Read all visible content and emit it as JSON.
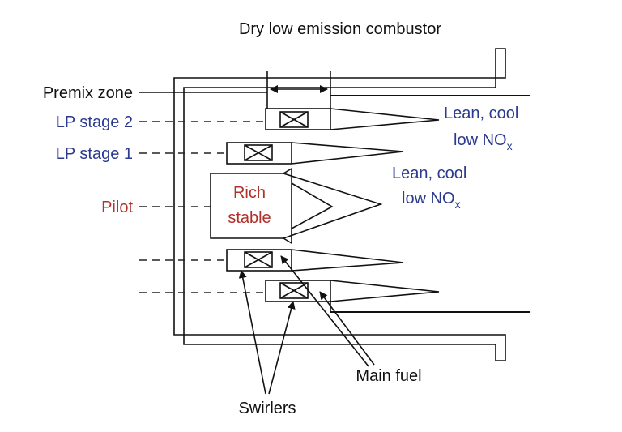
{
  "title": "Dry low emission combustor",
  "labels": {
    "premix_zone": "Premix zone",
    "lp_stage_2": "LP stage 2",
    "lp_stage_1": "LP stage 1",
    "pilot": "Pilot",
    "rich": "Rich",
    "stable": "stable",
    "lean_cool_1": "Lean, cool",
    "low_nox_1": "low NO",
    "lean_cool_2": "Lean, cool",
    "low_nox_2": "low NO",
    "nox_sub": "x",
    "main_fuel": "Main fuel",
    "swirlers": "Swirlers"
  },
  "colors": {
    "blue_label": "#2b3a8f",
    "red_label": "#b0302a",
    "black": "#111111"
  }
}
